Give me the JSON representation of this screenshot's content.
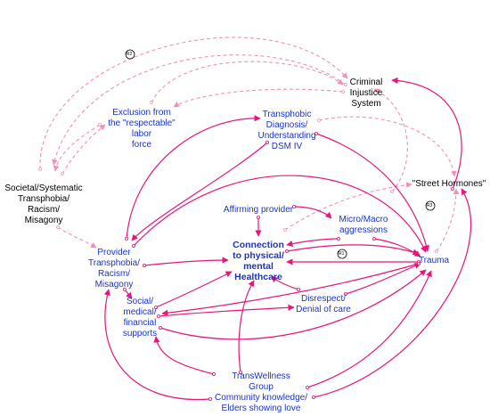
{
  "nodes": {
    "criminal": {
      "lines": [
        "Criminal",
        "Injustice",
        "System"
      ]
    },
    "exclusion": {
      "lines": [
        "Exclusion from",
        "the \"respectable\"",
        "labor",
        "force"
      ]
    },
    "diagnosis": {
      "lines": [
        "Transphobic",
        "Diagnosis/",
        "Understanding",
        "DSM IV"
      ]
    },
    "societal": {
      "lines": [
        "Societal/Systematic",
        "Transphobia/",
        "Racism/",
        "Misagony"
      ]
    },
    "street": {
      "lines": [
        "\"Street Hormones\""
      ]
    },
    "affirming": {
      "lines": [
        "Affirming provider"
      ]
    },
    "micro": {
      "lines": [
        "Micro/Macro",
        "aggressions"
      ]
    },
    "provider": {
      "lines": [
        "Provider",
        "Transphobia/",
        "Racism/",
        "Misagony"
      ]
    },
    "connection": {
      "lines": [
        "Connection",
        "to physical/",
        "mental",
        "Healthcare"
      ]
    },
    "trauma": {
      "lines": [
        "Trauma"
      ]
    },
    "social": {
      "lines": [
        "Social/",
        "medical/",
        "financial",
        "supports"
      ]
    },
    "disrespect": {
      "lines": [
        "Disrespect/",
        "Denial of care"
      ]
    },
    "transwellness": {
      "lines": [
        "TransWellness",
        "Group",
        "Community knowledge/",
        "Elders showing love"
      ]
    }
  },
  "loops": {
    "r2": "R2",
    "r3": "R3",
    "r1": "R1"
  },
  "colors": {
    "solid_edge": "#e8157a",
    "dashed_edge": "#f08fb8",
    "node_text": "#1a33cc",
    "black_text": "#000000"
  }
}
